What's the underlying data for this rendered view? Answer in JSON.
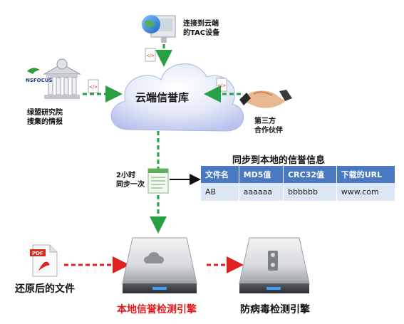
{
  "labels": {
    "tac_device": [
      "连接到云端",
      "的TAC设备"
    ],
    "nsfocus_logo": "NSFOCUS",
    "nsfocus_intel": [
      "绿盟研究院",
      "搜集的情报"
    ],
    "cloud": "云端信誉库",
    "third_party": [
      "第三方",
      "合作伙伴"
    ],
    "sync_interval": [
      "2小时",
      "同步一次"
    ],
    "restored_file": "还原后的文件",
    "local_engine": "本地信誉检测引擎",
    "av_engine": "防病毒检测引擎",
    "pdf_icon_text": "PDF",
    "doc_icon_text": "</>"
  },
  "reputation_table": {
    "title": "同步到本地的信誉信息",
    "headers": [
      "文件名",
      "MD5值",
      "CRC32值",
      "下载的URL"
    ],
    "rows": [
      [
        "AB",
        "aaaaaa",
        "bbbbbb",
        "www.com"
      ]
    ]
  },
  "colors": {
    "green_arrow": "#27a043",
    "red_arrow": "#e02020",
    "table_header": "#4a78c1",
    "table_row": "#dce6f4",
    "highlight_text": "#e11919"
  }
}
